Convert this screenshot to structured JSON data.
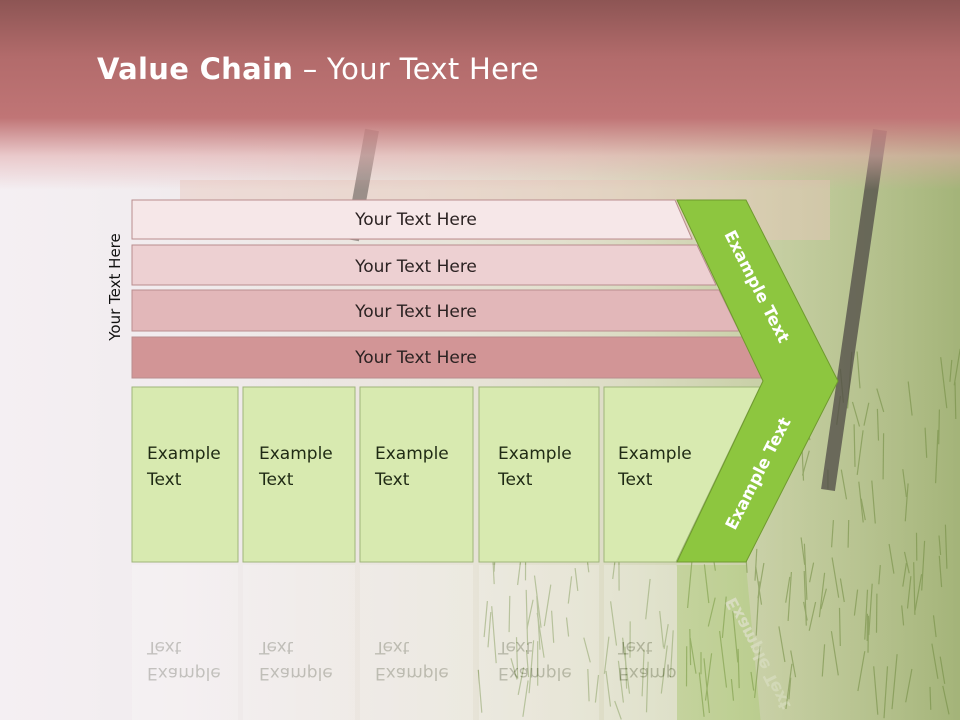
{
  "title": {
    "bold": "Value Chain",
    "rest": " – Your Text Here"
  },
  "vertical_label": "Your Text Here",
  "bars": [
    {
      "label": "Your Text Here",
      "color": "#f6e7e8"
    },
    {
      "label": "Your Text Here",
      "color": "#edd0d2"
    },
    {
      "label": "Your Text Here",
      "color": "#e2b7b9"
    },
    {
      "label": "Your Text Here",
      "color": "#d29596"
    }
  ],
  "boxes": [
    {
      "line1": "Example",
      "line2": "Text"
    },
    {
      "line1": "Example",
      "line2": "Text"
    },
    {
      "line1": "Example",
      "line2": "Text"
    },
    {
      "line1": "Example",
      "line2": "Text"
    },
    {
      "line1": "Example",
      "line2": "Text"
    }
  ],
  "chevron": {
    "upper_label": "Example Text",
    "lower_label": "Example Text",
    "color": "#8dc63f"
  },
  "box_color": "#d8eab0"
}
